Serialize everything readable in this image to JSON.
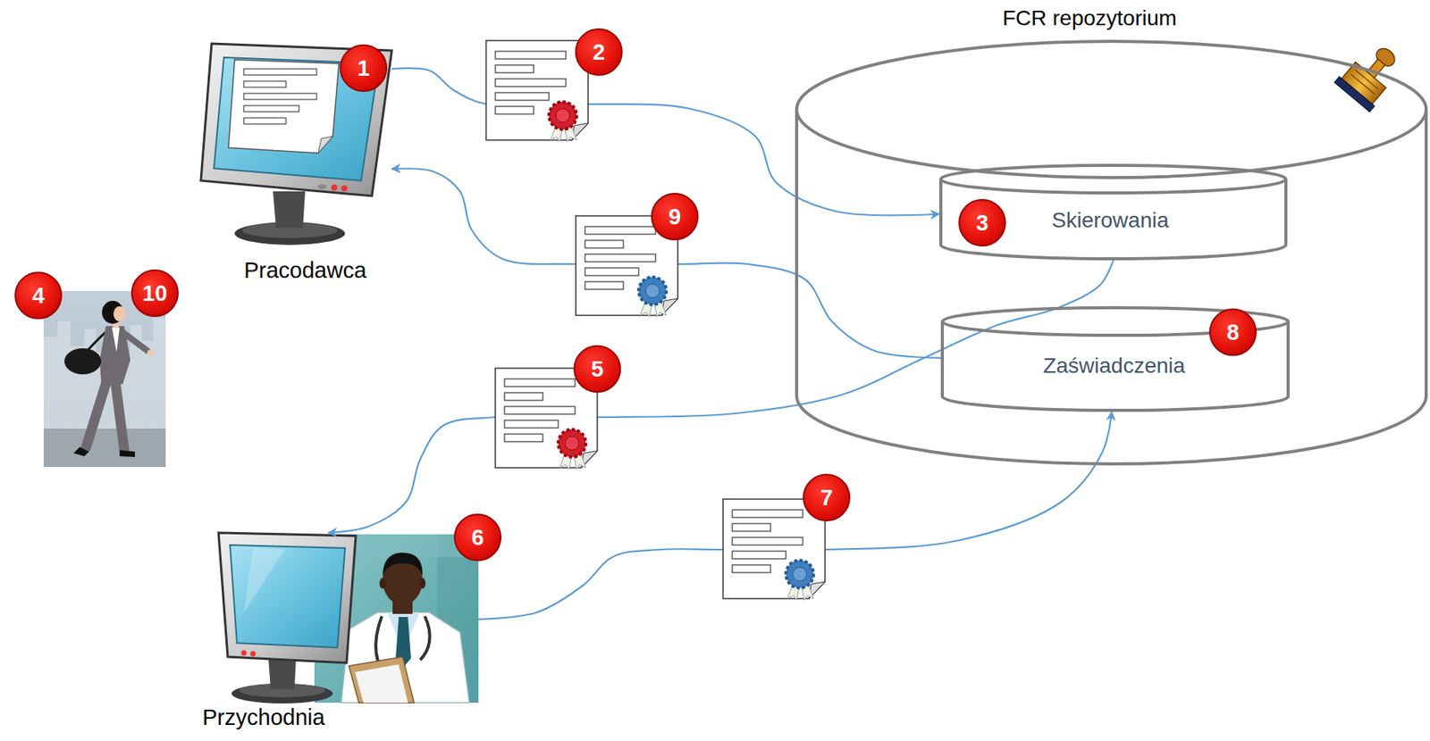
{
  "diagram": {
    "nodes": [
      {
        "text": [
          "Pracodawca"
        ]
      },
      {
        "text": [
          "FCR repozytorium"
        ]
      },
      {
        "text": [
          "Skierowania"
        ],
        "in": 1
      },
      {
        "text": [
          "Zaświadczenia"
        ],
        "in": 1
      },
      {
        "text": [
          "Przychodnia"
        ]
      }
    ],
    "edges": [
      {
        "from": 0,
        "to": 2,
        "arrow": "to"
      },
      {
        "from": 2,
        "to": 4,
        "arrow": "to"
      },
      {
        "from": 4,
        "to": 3,
        "arrow": "to"
      },
      {
        "from": 3,
        "to": 0,
        "arrow": "to"
      }
    ],
    "labels": [
      "1",
      "2",
      "3",
      "4",
      "5",
      "6",
      "7",
      "8",
      "9",
      "10"
    ]
  }
}
